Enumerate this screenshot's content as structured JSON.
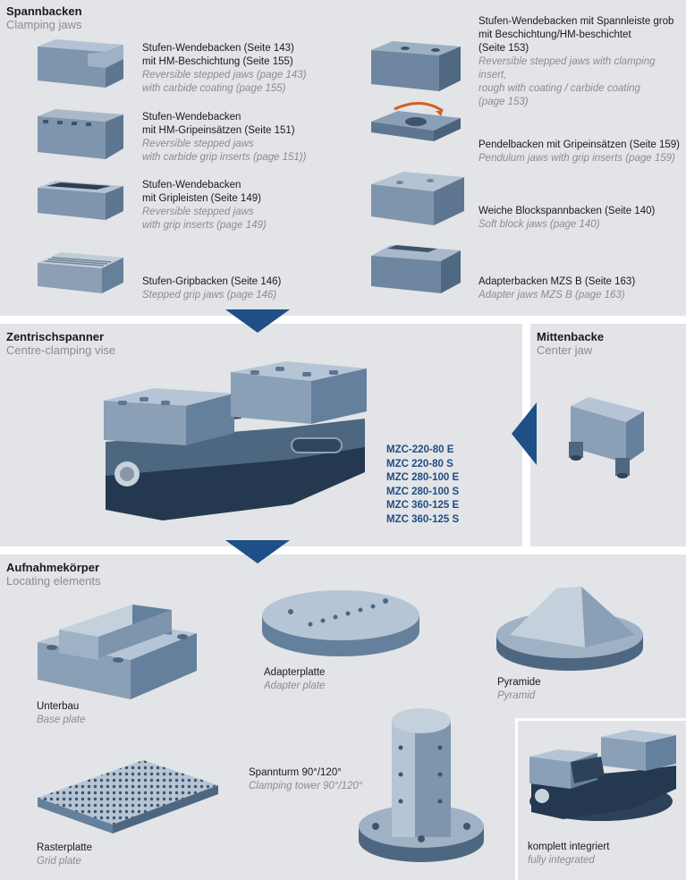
{
  "colors": {
    "panel_bg": "#e2e4e7",
    "arrow": "#1e4f87",
    "model_text": "#1f4c85",
    "caption_en": "#8c8c8c",
    "steel": "#7f95ad"
  },
  "clamping_jaws": {
    "title_de": "Spannbacken",
    "title_en": "Clamping jaws",
    "left_items": [
      {
        "de": "Stufen-Wendebacken (Seite 143)\nmit HM-Beschichtung (Seite 155)",
        "en": "Reversible stepped jaws (page 143)\nwith carbide coating (page 155)"
      },
      {
        "de": "Stufen-Wendebacken\nmit HM-Gripeinsätzen (Seite 151)",
        "en": "Reversible stepped jaws\nwith carbide grip inserts (page 151))"
      },
      {
        "de": "Stufen-Wendebacken\nmit Gripleisten (Seite 149)",
        "en": "Reversible stepped jaws\nwith grip inserts (page 149)"
      },
      {
        "de": "Stufen-Gripbacken (Seite 146)",
        "en": "Stepped grip jaws (page 146)"
      }
    ],
    "right_items": [
      {
        "de": "Stufen-Wendebacken mit Spannleiste grob\nmit Beschichtung/HM-beschichtet\n(Seite 153)",
        "en": "Reversible stepped jaws with clamping insert,\nrough with coating / carbide coating\n(page 153)"
      },
      {
        "de": "Pendelbacken mit Gripeinsätzen (Seite 159)",
        "en": "Pendulum jaws with grip inserts (page 159)"
      },
      {
        "de": "Weiche Blockspannbacken (Seite 140)",
        "en": "Soft block jaws (page 140)"
      },
      {
        "de": "Adapterbacken MZS B (Seite 163)",
        "en": "Adapter jaws MZS B (page 163)"
      }
    ]
  },
  "centre_vise": {
    "title_de": "Zentrischspanner",
    "title_en": "Centre-clamping vise",
    "models": [
      "MZC-220-80 E",
      "MZC 220-80 S",
      "MZC 280-100 E",
      "MZC 280-100 S",
      "MZC 360-125 E",
      "MZC 360-125 S"
    ]
  },
  "center_jaw": {
    "title_de": "Mittenbacke",
    "title_en": "Center jaw"
  },
  "locating": {
    "title_de": "Aufnahmekörper",
    "title_en": "Locating elements",
    "items": [
      {
        "key": "base",
        "de": "Unterbau",
        "en": "Base plate"
      },
      {
        "key": "adapter",
        "de": "Adapterplatte",
        "en": "Adapter plate"
      },
      {
        "key": "pyramid",
        "de": "Pyramide",
        "en": "Pyramid"
      },
      {
        "key": "tower",
        "de": "Spannturm 90°/120°",
        "en": "Clamping tower 90°/120°"
      },
      {
        "key": "grid",
        "de": "Rasterplatte",
        "en": "Grid plate"
      },
      {
        "key": "integrated",
        "de": "komplett integriert",
        "en": "fully integrated"
      }
    ]
  }
}
